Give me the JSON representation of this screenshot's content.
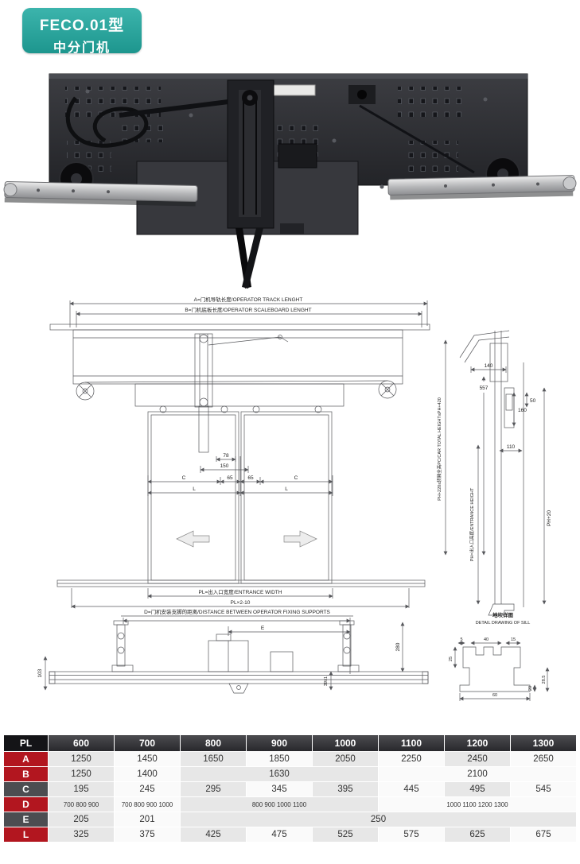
{
  "badge": {
    "model": "FECO.01型",
    "type": "中分门机"
  },
  "front_view": {
    "dim_a_label": "A=门机导轨长度/OPERATOR TRACK LENGHT",
    "dim_b_label": "B=门机底板长度/OPERATOR SCALEBOARD LENGHT",
    "dim_78": "78",
    "dim_150": "150",
    "dim_65_left": "65",
    "dim_65_right": "65",
    "dim_c_left": "C",
    "dim_c_right": "C",
    "dim_l_left": "L",
    "dim_l_right": "L",
    "entrance_width_label": "PL=出入口宽度/ENTRANCE WIDTH",
    "pl_formula": "PL×2-10"
  },
  "side_view": {
    "dim_140": "140",
    "dim_557": "557",
    "dim_160": "160",
    "dim_50": "50",
    "dim_110": "110",
    "dim_ph20": "PH+20",
    "car_height_label": "PH+220≤轿厢全高PC/CAR TOTAL HEIGHT≤PH+420",
    "entrance_height_label": "PH=出入口高度/ENTRANCE HEIGHT"
  },
  "sill_detail": {
    "title_cn": "地坎详图",
    "title_en": "DETAIL DRAWING OF SILL",
    "dim_5": "5",
    "dim_40": "40",
    "dim_15": "15",
    "dim_25": "25",
    "dim_28_5": "28.5",
    "dim_20": "20",
    "dim_60": "60"
  },
  "support_view": {
    "title": "D=门机安装支脚的距离/DISTANCE BETWEEN OPERATOR FIXING SUPPORTS",
    "dim_e": "E",
    "dim_280": "280",
    "dim_103": "103",
    "dim_39": "39±1"
  },
  "table": {
    "header": [
      "PL",
      "600",
      "700",
      "800",
      "900",
      "1000",
      "1100",
      "1200",
      "1300"
    ],
    "rows": [
      {
        "label": "A",
        "cells": [
          "1250",
          "1450",
          "1650",
          "1850",
          "2050",
          "2250",
          "2450",
          "2650"
        ]
      },
      {
        "label": "B",
        "cells": [
          "1250",
          "1400",
          "1630",
          "2100"
        ],
        "spans": [
          1,
          1,
          3,
          3
        ]
      },
      {
        "label": "C",
        "cells": [
          "195",
          "245",
          "295",
          "345",
          "395",
          "445",
          "495",
          "545"
        ]
      },
      {
        "label": "D",
        "cells": [
          "700 800 900",
          "700 800 900 1000",
          "800 900 1000 1100",
          "1000 1100 1200 1300"
        ],
        "spans": [
          1,
          1,
          3,
          3
        ]
      },
      {
        "label": "E",
        "cells": [
          "205",
          "201",
          "250"
        ],
        "spans": [
          1,
          1,
          6
        ]
      },
      {
        "label": "L",
        "cells": [
          "325",
          "375",
          "425",
          "475",
          "525",
          "575",
          "625",
          "675"
        ]
      }
    ]
  },
  "colors": {
    "badge_teal": "#27a49c",
    "header_dark": "#39393d",
    "label_red": "#b2161f",
    "label_dark": "#4c4d51",
    "cell_gray": "#e7e7e7"
  }
}
